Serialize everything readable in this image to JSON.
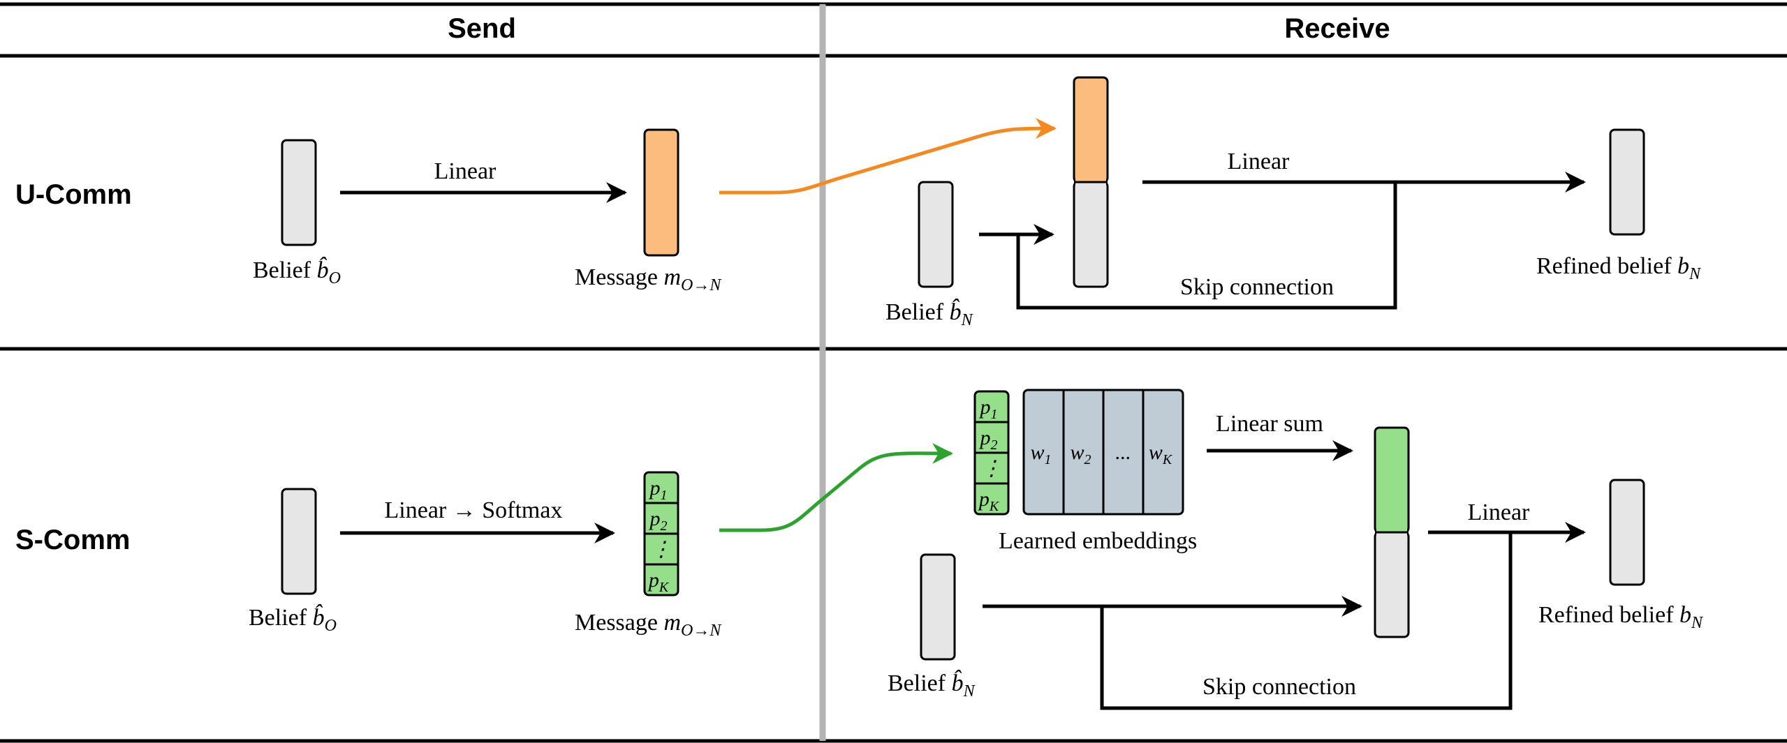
{
  "headers": {
    "send": "Send",
    "receive": "Receive"
  },
  "rows": {
    "ucomm": {
      "label": "U-Comm",
      "send_op": "Linear",
      "recv_op": "Linear",
      "skip": "Skip connection"
    },
    "scomm": {
      "label": "S-Comm",
      "send_op_a": "Linear",
      "send_op_arrow": "→",
      "send_op_b": "Softmax",
      "embed_op": "Linear sum",
      "embed_label": "Learned embeddings",
      "recv_op": "Linear",
      "skip": "Skip connection"
    }
  },
  "labels": {
    "belief": "Belief",
    "belief_sym": "b̂",
    "sub_O": "O",
    "sub_N": "N",
    "message": "Message",
    "message_sym": "m",
    "message_sub": "O→N",
    "refined": "Refined belief",
    "refined_sym": "b"
  },
  "probs": [
    "p",
    "p",
    "⋮",
    "p"
  ],
  "prob_subs": [
    "1",
    "2",
    "",
    "K"
  ],
  "weights": [
    "w",
    "w",
    "...",
    "w"
  ],
  "weight_subs": [
    "1",
    "2",
    "",
    "K"
  ],
  "colors": {
    "orange_fill": "#fcbc7d",
    "orange_arrow": "#f5891f",
    "green_fill": "#96df8a",
    "green_arrow": "#2ea22e",
    "gray_fill": "#e6e6e6",
    "embed_fill": "#bfccd6",
    "divider": "#b3b3b3"
  }
}
